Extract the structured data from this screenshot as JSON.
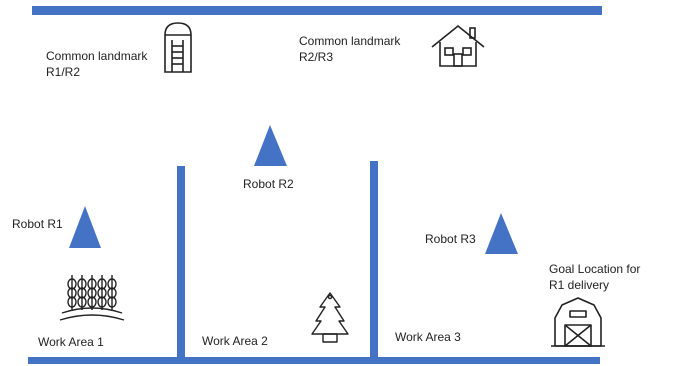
{
  "colors": {
    "wall": "#4472C4",
    "robot": "#4472C4",
    "icon": "#222222"
  },
  "labels": {
    "landmark_r1r2_line1": "Common landmark",
    "landmark_r1r2_line2": "R1/R2",
    "landmark_r2r3_line1": "Common landmark",
    "landmark_r2r3_line2": "R2/R3",
    "robot_r1": "Robot R1",
    "robot_r2": "Robot R2",
    "robot_r3": "Robot R3",
    "goal_line1": "Goal Location for",
    "goal_line2": "R1 delivery",
    "work_area_1": "Work Area 1",
    "work_area_2": "Work Area 2",
    "work_area_3": "Work Area 3"
  },
  "icons": [
    "silo-icon",
    "house-icon",
    "wheat-icon",
    "tree-icon",
    "barn-icon"
  ]
}
